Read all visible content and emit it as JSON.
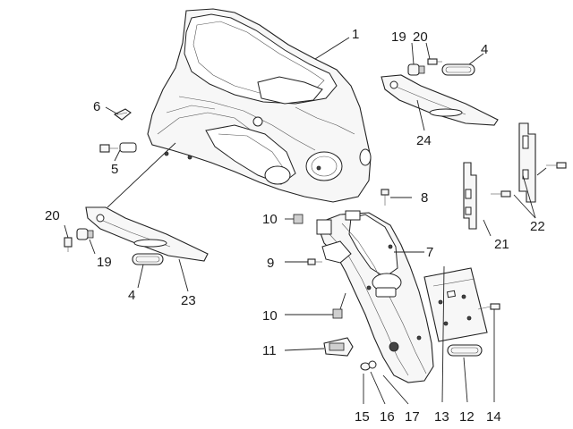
{
  "diagram": {
    "callouts": {
      "c1": "1",
      "c4a": "4",
      "c4b": "4",
      "c5": "5",
      "c6": "6",
      "c7": "7",
      "c8": "8",
      "c9": "9",
      "c10a": "10",
      "c10b": "10",
      "c11": "11",
      "c12": "12",
      "c13": "13",
      "c14": "14",
      "c15": "15",
      "c16": "16",
      "c17": "17",
      "c19a": "19",
      "c19b": "19",
      "c20a": "20",
      "c20b": "20",
      "c21": "21",
      "c22": "22",
      "c23": "23",
      "c24": "24"
    }
  }
}
